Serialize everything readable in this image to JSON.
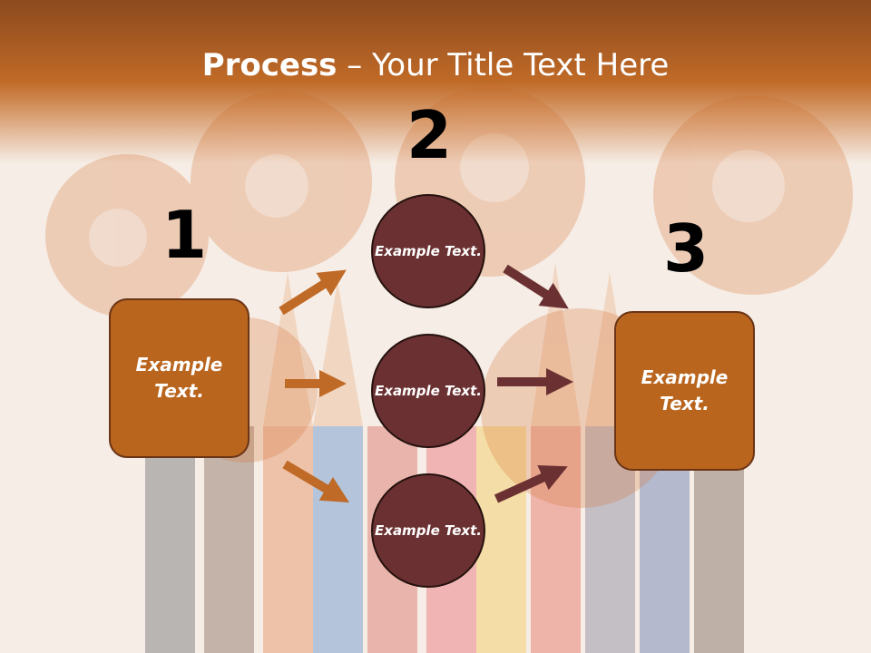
{
  "title": {
    "bold": "Process",
    "rest": " – Your Title Text Here"
  },
  "numbers": [
    "1",
    "2",
    "3"
  ],
  "left_box": {
    "text": "Example Text."
  },
  "right_box": {
    "text": "Example Text."
  },
  "circles": [
    {
      "text": "Example Text."
    },
    {
      "text": "Example Text."
    },
    {
      "text": "Example Text."
    }
  ],
  "colors": {
    "header": "#c06a27",
    "box": "#b9651e",
    "circle": "#6b3132",
    "arrow_left": "#c06a27",
    "arrow_right": "#6b3132"
  }
}
